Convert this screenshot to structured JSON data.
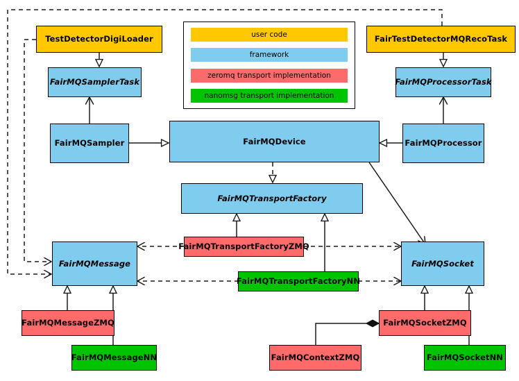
{
  "diagram": {
    "title": "FairMQ class diagram",
    "palette": {
      "user_code": "#FFC800",
      "framework": "#7FCCEE",
      "zeromq": "#FF6B6B",
      "nanomsg": "#00C400",
      "line": "#1a1a1a",
      "background": "#FFFFFF"
    }
  },
  "legend": {
    "items": [
      {
        "label": "user code",
        "color": "#FFC800"
      },
      {
        "label": "framework",
        "color": "#7FCCEE"
      },
      {
        "label": "zeromq transport implementation",
        "color": "#FF6B6B"
      },
      {
        "label": "nanomsg transport implementation",
        "color": "#00C400"
      }
    ]
  },
  "nodes": [
    {
      "id": "TestDetectorDigiLoader",
      "label": "TestDetectorDigiLoader",
      "category": "user code",
      "abstract": false
    },
    {
      "id": "FairTestDetectorMQRecoTask",
      "label": "FairTestDetectorMQRecoTask",
      "category": "user code",
      "abstract": false
    },
    {
      "id": "FairMQSamplerTask",
      "label": "FairMQSamplerTask",
      "category": "framework",
      "abstract": true
    },
    {
      "id": "FairMQProcessorTask",
      "label": "FairMQProcessorTask",
      "category": "framework",
      "abstract": true
    },
    {
      "id": "FairMQSampler",
      "label": "FairMQSampler",
      "category": "framework",
      "abstract": false
    },
    {
      "id": "FairMQDevice",
      "label": "FairMQDevice",
      "category": "framework",
      "abstract": false
    },
    {
      "id": "FairMQProcessor",
      "label": "FairMQProcessor",
      "category": "framework",
      "abstract": false
    },
    {
      "id": "FairMQTransportFactory",
      "label": "FairMQTransportFactory",
      "category": "framework",
      "abstract": true
    },
    {
      "id": "FairMQTransportFactoryZMQ",
      "label": "FairMQTransportFactoryZMQ",
      "category": "zeromq",
      "abstract": false
    },
    {
      "id": "FairMQTransportFactoryNN",
      "label": "FairMQTransportFactoryNN",
      "category": "nanomsg",
      "abstract": false
    },
    {
      "id": "FairMQMessage",
      "label": "FairMQMessage",
      "category": "framework",
      "abstract": true
    },
    {
      "id": "FairMQSocket",
      "label": "FairMQSocket",
      "category": "framework",
      "abstract": true
    },
    {
      "id": "FairMQMessageZMQ",
      "label": "FairMQMessageZMQ",
      "category": "zeromq",
      "abstract": false
    },
    {
      "id": "FairMQMessageNN",
      "label": "FairMQMessageNN",
      "category": "nanomsg",
      "abstract": false
    },
    {
      "id": "FairMQSocketZMQ",
      "label": "FairMQSocketZMQ",
      "category": "zeromq",
      "abstract": false
    },
    {
      "id": "FairMQSocketNN",
      "label": "FairMQSocketNN",
      "category": "nanomsg",
      "abstract": false
    },
    {
      "id": "FairMQContextZMQ",
      "label": "FairMQContextZMQ",
      "category": "zeromq",
      "abstract": false
    }
  ],
  "edges": [
    {
      "from": "TestDetectorDigiLoader",
      "to": "FairMQSamplerTask",
      "type": "generalization"
    },
    {
      "from": "FairTestDetectorMQRecoTask",
      "to": "FairMQProcessorTask",
      "type": "generalization"
    },
    {
      "from": "FairMQSampler",
      "to": "FairMQSamplerTask",
      "type": "association"
    },
    {
      "from": "FairMQProcessor",
      "to": "FairMQProcessorTask",
      "type": "association"
    },
    {
      "from": "FairMQSampler",
      "to": "FairMQDevice",
      "type": "generalization"
    },
    {
      "from": "FairMQProcessor",
      "to": "FairMQDevice",
      "type": "generalization"
    },
    {
      "from": "FairMQDevice",
      "to": "FairMQTransportFactory",
      "type": "dependency"
    },
    {
      "from": "FairMQDevice",
      "to": "FairMQSocket",
      "type": "association"
    },
    {
      "from": "FairMQTransportFactoryZMQ",
      "to": "FairMQTransportFactory",
      "type": "generalization"
    },
    {
      "from": "FairMQTransportFactoryNN",
      "to": "FairMQTransportFactory",
      "type": "generalization"
    },
    {
      "from": "FairMQTransportFactoryZMQ",
      "to": "FairMQMessage",
      "type": "dependency"
    },
    {
      "from": "FairMQTransportFactoryZMQ",
      "to": "FairMQSocket",
      "type": "dependency"
    },
    {
      "from": "FairMQTransportFactoryNN",
      "to": "FairMQMessage",
      "type": "dependency"
    },
    {
      "from": "FairMQTransportFactoryNN",
      "to": "FairMQSocket",
      "type": "dependency"
    },
    {
      "from": "FairMQMessageZMQ",
      "to": "FairMQMessage",
      "type": "generalization"
    },
    {
      "from": "FairMQMessageNN",
      "to": "FairMQMessage",
      "type": "generalization"
    },
    {
      "from": "FairMQSocketZMQ",
      "to": "FairMQSocket",
      "type": "generalization"
    },
    {
      "from": "FairMQSocketNN",
      "to": "FairMQSocket",
      "type": "generalization"
    },
    {
      "from": "FairMQContextZMQ",
      "to": "FairMQSocketZMQ",
      "type": "composition"
    },
    {
      "from": "TestDetectorDigiLoader",
      "to": "FairMQMessage",
      "type": "dependency"
    },
    {
      "from": "FairTestDetectorMQRecoTask",
      "to": "FairMQMessage",
      "type": "dependency"
    }
  ]
}
